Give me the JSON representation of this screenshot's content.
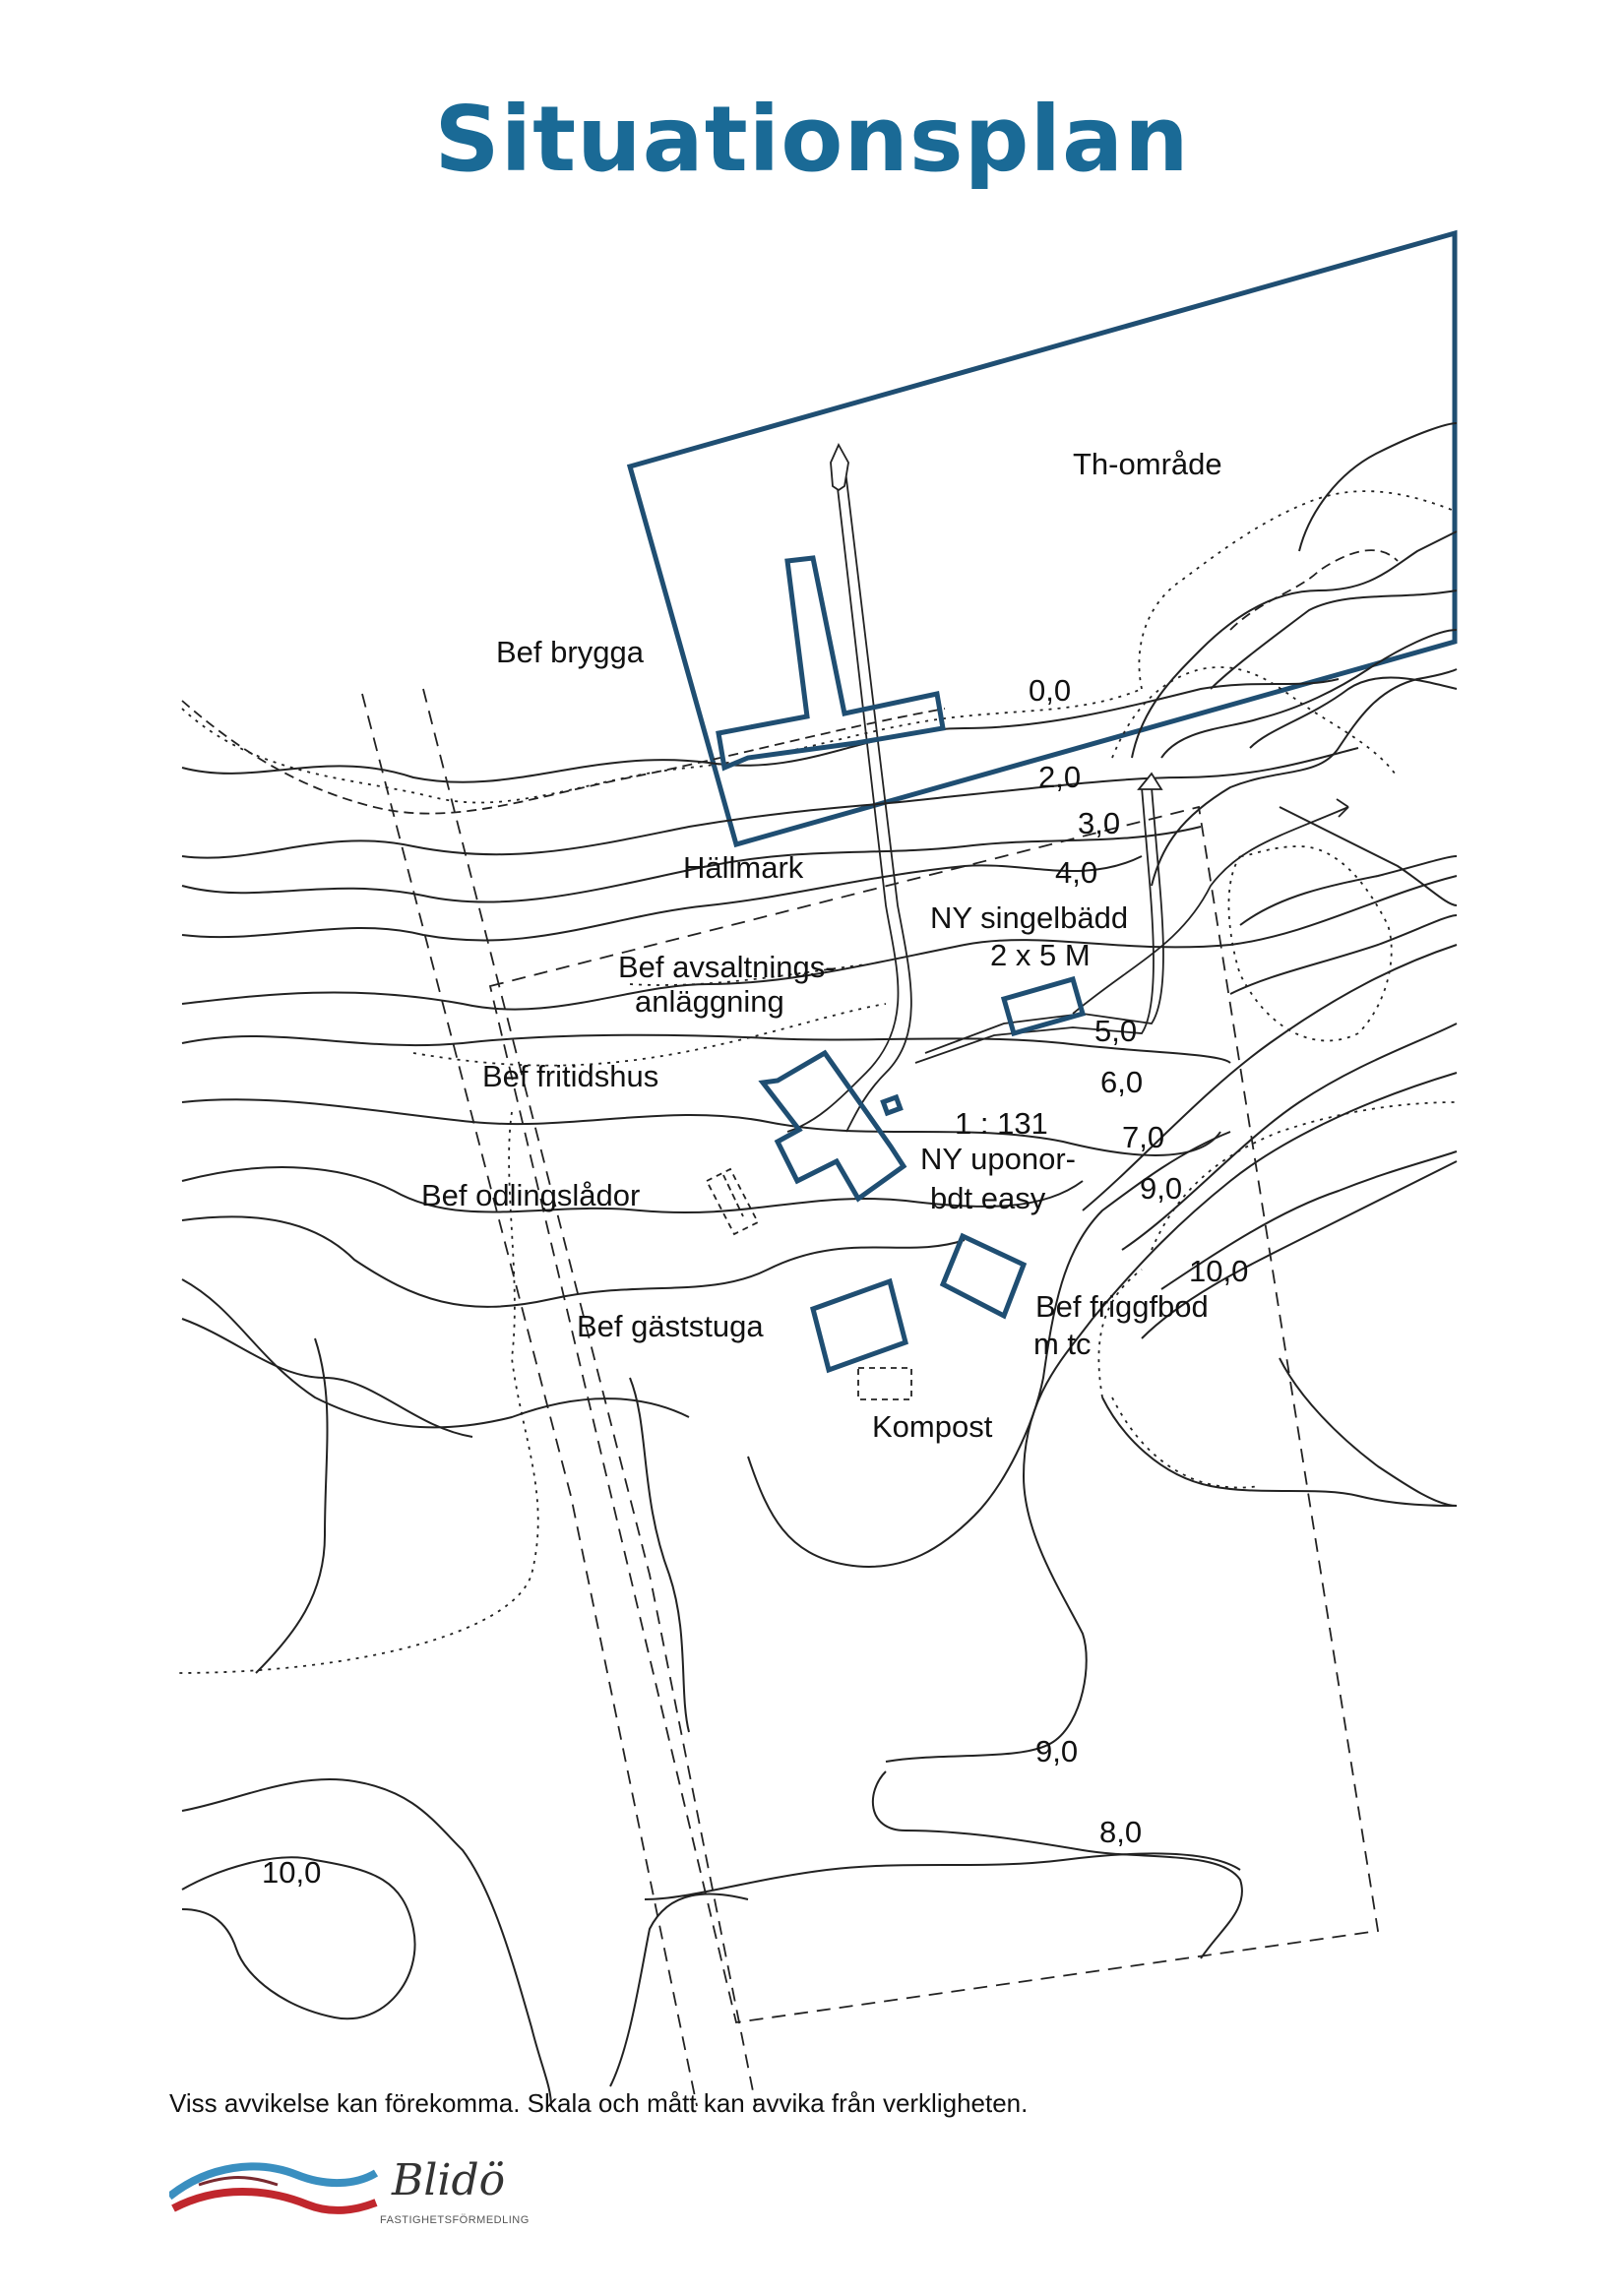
{
  "title": "Situationsplan",
  "colors": {
    "accent": "#1a6a96",
    "building": "#1f4e72",
    "logo_red": "#c0272d",
    "logo_blue": "#3a8fc0"
  },
  "labels": {
    "th_omrade": "Th-område",
    "bef_brygga": "Bef brygga",
    "hallmark": "Hällmark",
    "ny_singelbadd_1": "NY singelbädd",
    "ny_singelbadd_2": "2 x 5 M",
    "avsaltning_1": "Bef avsaltnings-",
    "avsaltning_2": "anläggning",
    "fritidshus": "Bef fritidshus",
    "scale": "1 : 131",
    "uponor_1": "NY uponor-",
    "uponor_2": "bdt easy",
    "odlingslador": "Bef odlingslådor",
    "friggebod_1": "Bef friggfbod",
    "friggebod_2": "m tc",
    "gaststuga": "Bef gäststuga",
    "kompost": "Kompost"
  },
  "contour_labels": {
    "c00": "0,0",
    "c20": "2,0",
    "c30": "3,0",
    "c40": "4,0",
    "c50": "5,0",
    "c60": "6,0",
    "c70": "7,0",
    "c90a": "9,0",
    "c100a": "10,0",
    "c90b": "9,0",
    "c80": "8,0",
    "c100b": "10,0"
  },
  "disclaimer": "Viss avvikelse kan förekomma. Skala och mått kan avvika från verkligheten.",
  "logo": {
    "name": "Blidö",
    "subtitle": "FASTIGHETSFÖRMEDLING"
  }
}
